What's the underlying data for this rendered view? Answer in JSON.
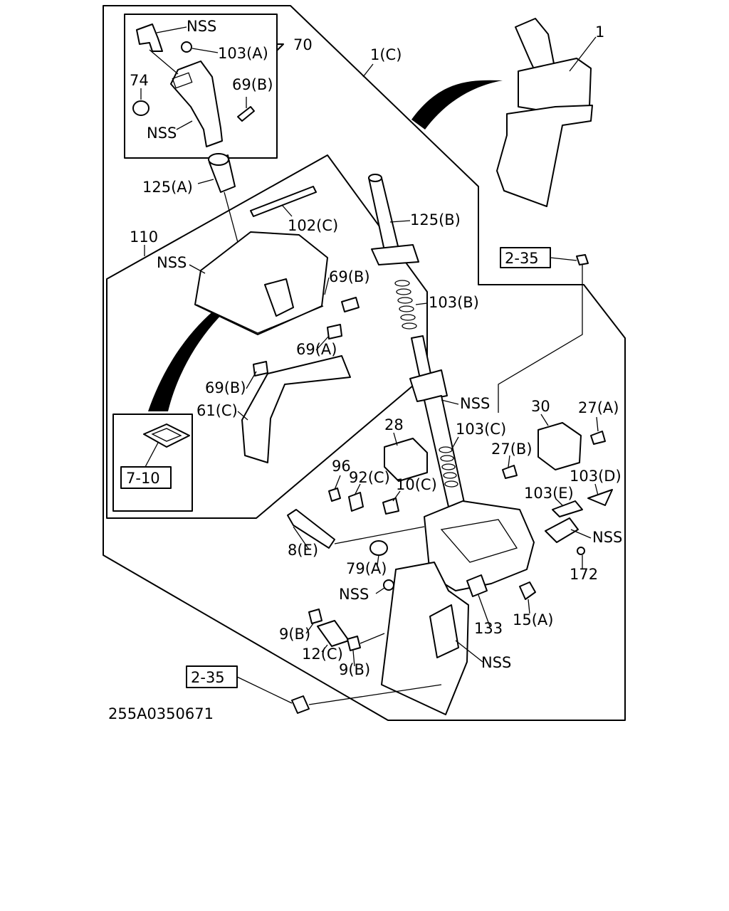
{
  "diagram_id": "255A0350671",
  "callouts": {
    "nss_top": "NSS",
    "l103a": "103(A)",
    "l70": "70",
    "l1c": "1(C)",
    "l1": "1",
    "l74": "74",
    "l69b_top": "69(B)",
    "nss_knob": "NSS",
    "l125a": "125(A)",
    "l125b": "125(B)",
    "l102c": "102(C)",
    "l110": "110",
    "nss_cover": "NSS",
    "l69b_mid": "69(B)",
    "l103b": "103(B)",
    "l69a": "69(A)",
    "l69b_low": "69(B)",
    "l61c": "61(C)",
    "ref_710": "7-10",
    "ref_235_top": "2-35",
    "nss_boot": "NSS",
    "l30": "30",
    "l27a": "27(A)",
    "l28": "28",
    "l103c": "103(C)",
    "l27b": "27(B)",
    "l96": "96",
    "l92c": "92(C)",
    "l10c": "10(C)",
    "l103d": "103(D)",
    "l103e": "103(E)",
    "nss_detent": "NSS",
    "l8e": "8(E)",
    "l79a": "79(A)",
    "l172": "172",
    "nss_bracket": "NSS",
    "l133": "133",
    "l15a": "15(A)",
    "l9b_a": "9(B)",
    "l12c": "12(C)",
    "l9b_b": "9(B)",
    "nss_plate": "NSS",
    "ref_235_bot": "2-35"
  }
}
